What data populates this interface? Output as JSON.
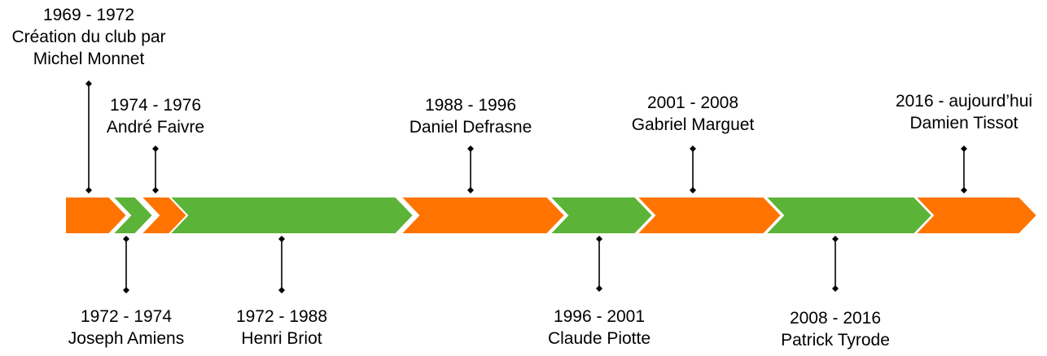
{
  "timeline": {
    "colors": {
      "orange": "#FF7400",
      "green": "#5BB337",
      "connector": "#000000"
    },
    "periods": [
      {
        "dates": "1969 - 1972",
        "lines": [
          "Création du club par",
          "Michel Monnet"
        ],
        "color": "orange",
        "label_side": "top"
      },
      {
        "dates": "1972 - 1974",
        "lines": [
          "Joseph Amiens"
        ],
        "color": "green",
        "label_side": "bottom"
      },
      {
        "dates": "1974 - 1976",
        "lines": [
          "André Faivre"
        ],
        "color": "orange",
        "label_side": "top"
      },
      {
        "dates": "1972 - 1988",
        "lines": [
          "Henri Briot"
        ],
        "color": "green",
        "label_side": "bottom"
      },
      {
        "dates": "1988 - 1996",
        "lines": [
          "Daniel Defrasne"
        ],
        "color": "orange",
        "label_side": "top"
      },
      {
        "dates": "1996 - 2001",
        "lines": [
          "Claude Piotte"
        ],
        "color": "green",
        "label_side": "bottom"
      },
      {
        "dates": "2001 - 2008",
        "lines": [
          "Gabriel Marguet"
        ],
        "color": "orange",
        "label_side": "top"
      },
      {
        "dates": "2008 - 2016",
        "lines": [
          "Patrick Tyrode"
        ],
        "color": "green",
        "label_side": "bottom"
      },
      {
        "dates": "2016 - aujourd’hui",
        "lines": [
          "Damien Tissot"
        ],
        "color": "orange",
        "label_side": "top"
      }
    ]
  }
}
